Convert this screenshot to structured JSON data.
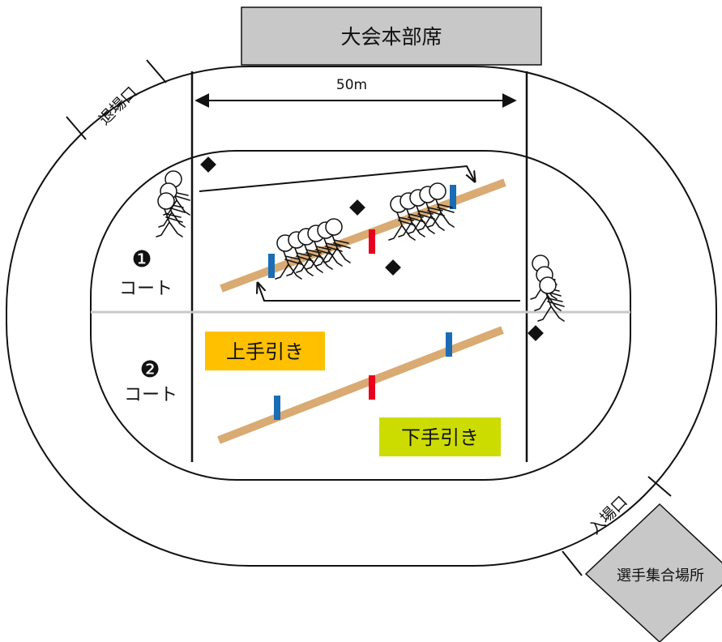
{
  "hq_label": "大会本部席",
  "distance_label": "50m",
  "exit_label": "退場口",
  "entrance_label": "入場口",
  "assembly_label": "選手集合場所",
  "court1": {
    "number": "❶",
    "label": "コート"
  },
  "court2": {
    "number": "❷",
    "label": "コート"
  },
  "overhand_label": "上手引き",
  "underhand_label": "下手引き",
  "colors": {
    "rope": "#d9aa72",
    "center_mark": "#e8001c",
    "side_mark": "#1a6cb5",
    "overhand_bg": "#ffc000",
    "underhand_bg": "#cddc00",
    "box_gray": "#c8c8c8",
    "midline": "#c8c8c8"
  }
}
